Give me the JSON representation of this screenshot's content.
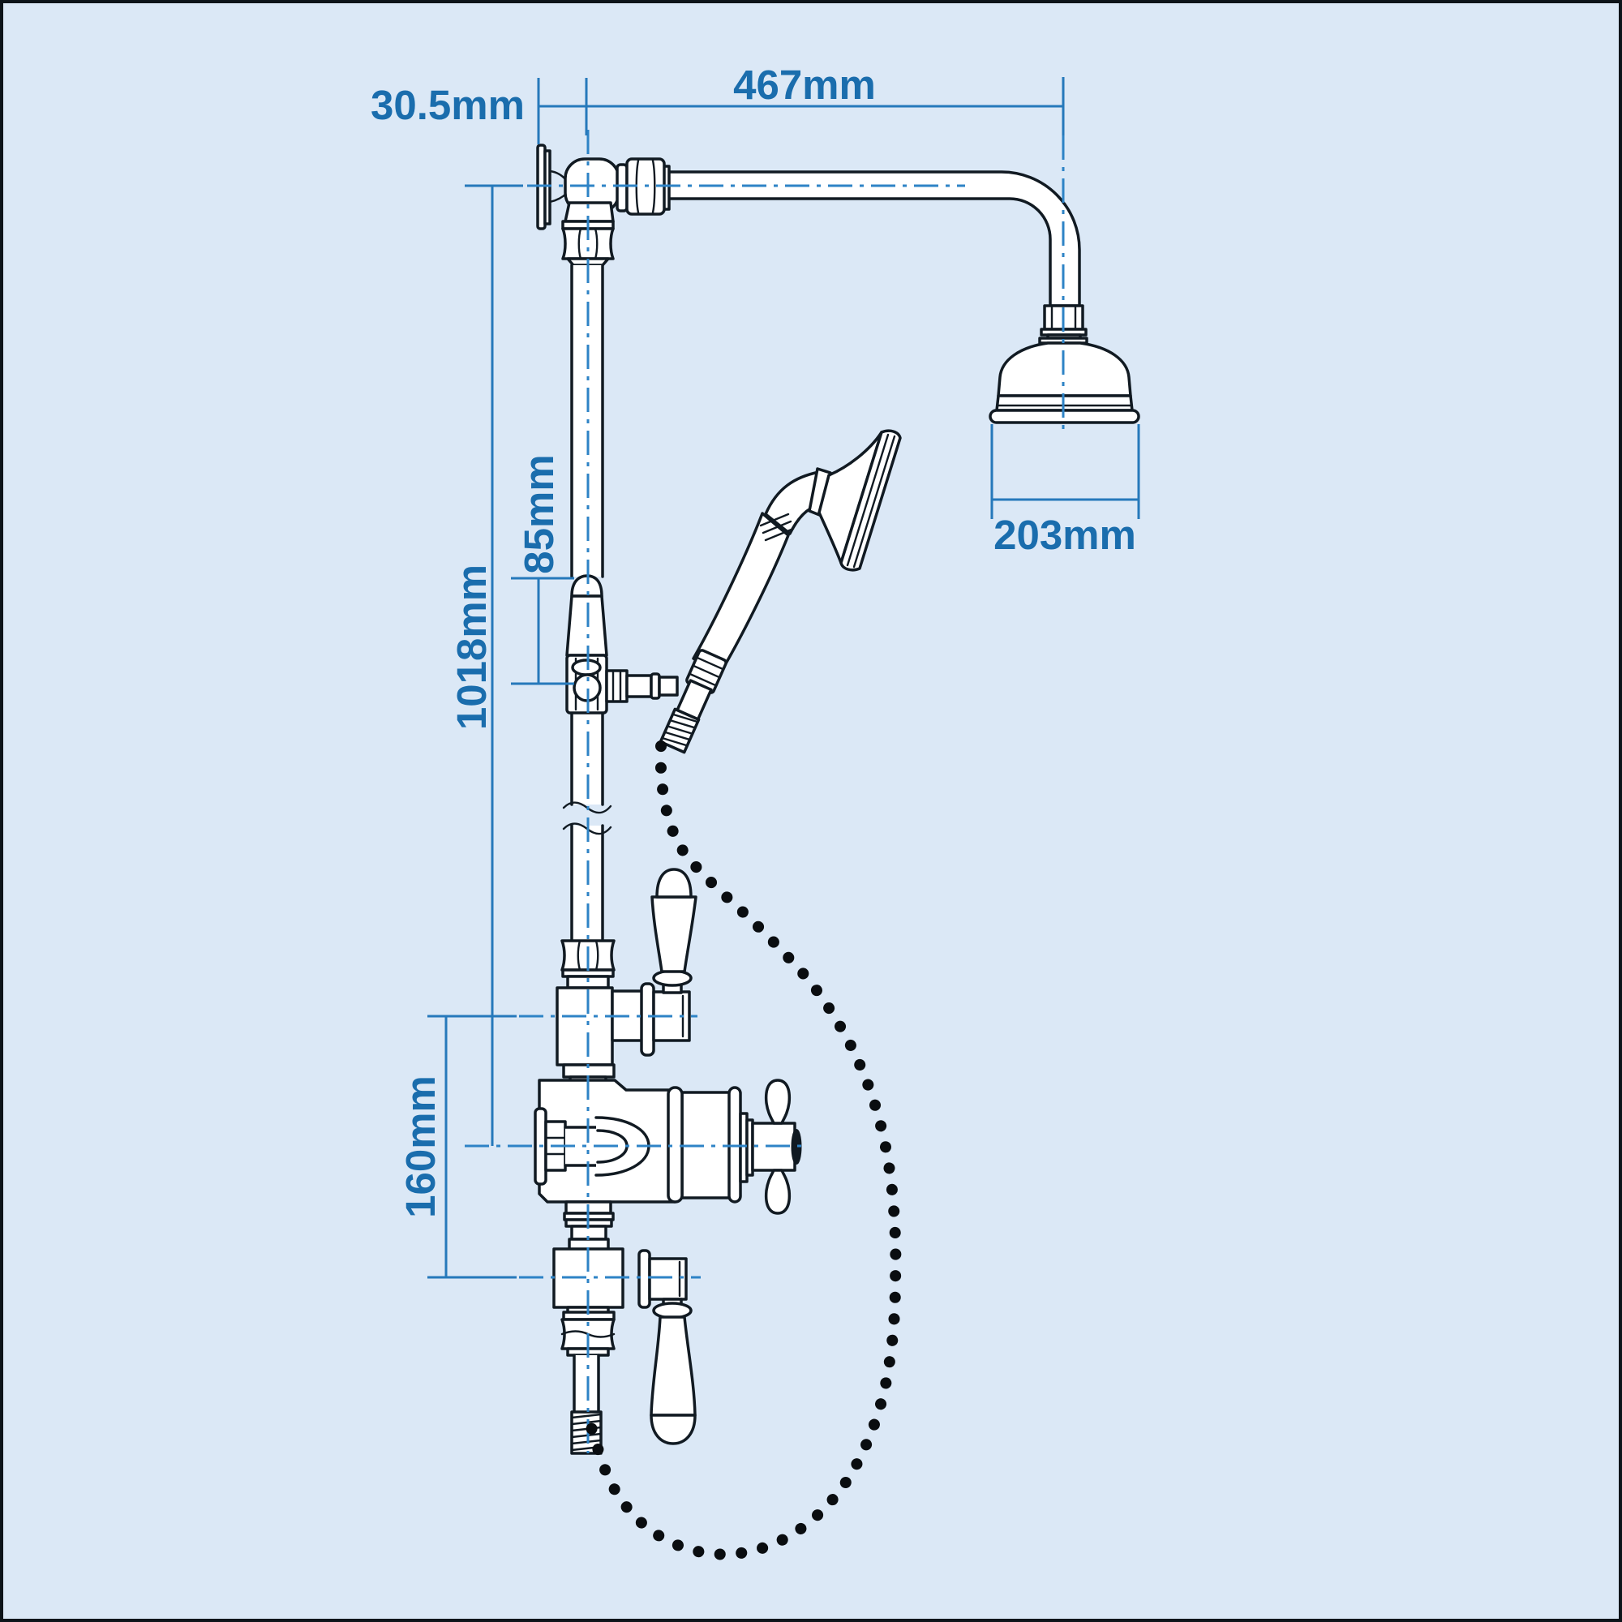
{
  "diagram": {
    "type": "technical-dimension-drawing",
    "subject": "Traditional exposed shower with rigid riser rail, bell shower head, thermostatic valve and ceramic handset",
    "background_color": "#dbe8f6",
    "outline_color": "#111a22",
    "dimension_color": "#1a6dad",
    "labels": {
      "wall_offset": "30.5mm",
      "arm_reach": "467mm",
      "handset_bracket_offset": "85mm",
      "riser_height": "1018mm",
      "valve_port_spacing": "160mm",
      "head_diameter": "203mm"
    }
  }
}
